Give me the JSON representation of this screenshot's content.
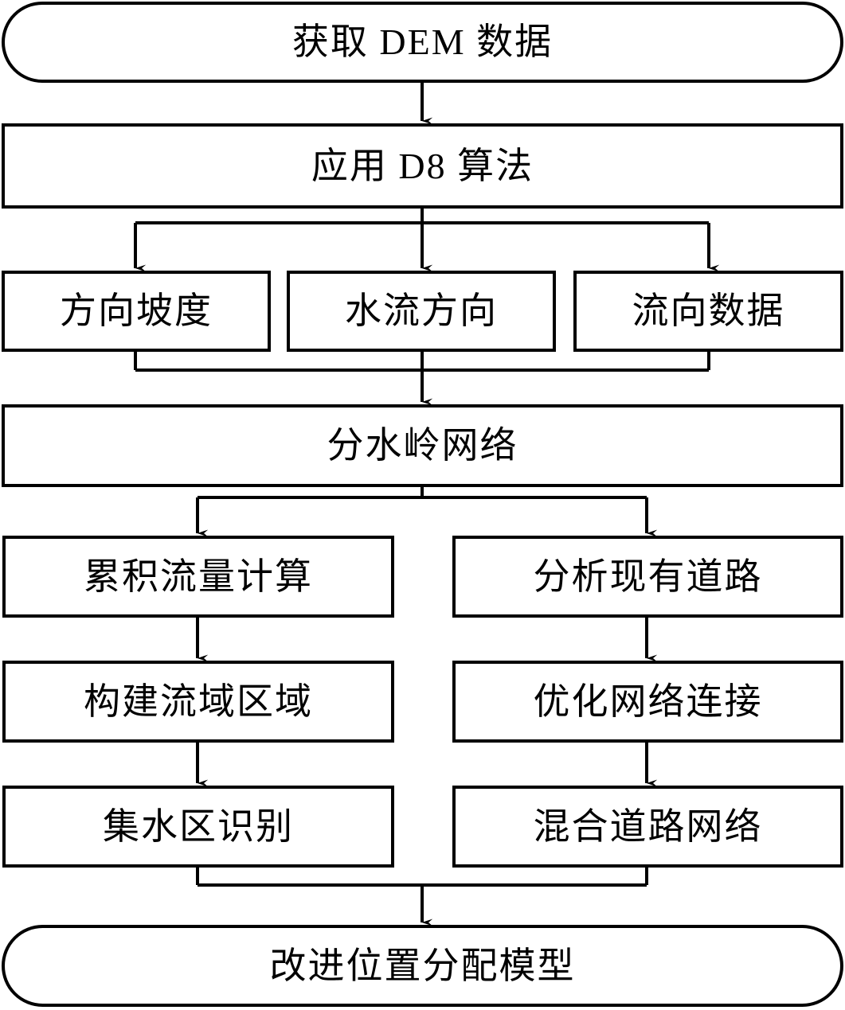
{
  "diagram": {
    "title_text": "获取 DEM 数据",
    "background_color": "#ffffff",
    "stroke_color": "#000000",
    "text_color": "#000000",
    "type": "flowchart",
    "nodes": [
      {
        "id": "acquire_dem",
        "label": "获取 DEM 数据",
        "shape": "terminal"
      },
      {
        "id": "apply_d8",
        "label": "应用 D8 算法",
        "shape": "process"
      },
      {
        "id": "direction_slope",
        "label": "方向坡度",
        "shape": "process"
      },
      {
        "id": "flow_direction",
        "label": "水流方向",
        "shape": "process"
      },
      {
        "id": "flow_dir_data",
        "label": "流向数据",
        "shape": "process"
      },
      {
        "id": "watershed_network",
        "label": "分水岭网络",
        "shape": "process"
      },
      {
        "id": "flow_accum",
        "label": "累积流量计算",
        "shape": "process"
      },
      {
        "id": "analyze_roads",
        "label": "分析现有道路",
        "shape": "process"
      },
      {
        "id": "build_basin",
        "label": "构建流域区域",
        "shape": "process"
      },
      {
        "id": "optimize_network",
        "label": "优化网络连接",
        "shape": "process"
      },
      {
        "id": "catchment_id",
        "label": "集水区识别",
        "shape": "process"
      },
      {
        "id": "hybrid_roads",
        "label": "混合道路网络",
        "shape": "process"
      },
      {
        "id": "improved_model",
        "label": "改进位置分配模型",
        "shape": "terminal"
      }
    ],
    "edges": [
      {
        "from": "acquire_dem",
        "to": "apply_d8"
      },
      {
        "from": "apply_d8",
        "to": "direction_slope"
      },
      {
        "from": "apply_d8",
        "to": "flow_direction"
      },
      {
        "from": "apply_d8",
        "to": "flow_dir_data"
      },
      {
        "from": "direction_slope",
        "to": "watershed_network"
      },
      {
        "from": "flow_direction",
        "to": "watershed_network"
      },
      {
        "from": "flow_dir_data",
        "to": "watershed_network"
      },
      {
        "from": "watershed_network",
        "to": "flow_accum"
      },
      {
        "from": "watershed_network",
        "to": "analyze_roads"
      },
      {
        "from": "flow_accum",
        "to": "build_basin"
      },
      {
        "from": "analyze_roads",
        "to": "optimize_network"
      },
      {
        "from": "build_basin",
        "to": "catchment_id"
      },
      {
        "from": "optimize_network",
        "to": "hybrid_roads"
      },
      {
        "from": "catchment_id",
        "to": "improved_model"
      },
      {
        "from": "hybrid_roads",
        "to": "improved_model"
      }
    ]
  }
}
